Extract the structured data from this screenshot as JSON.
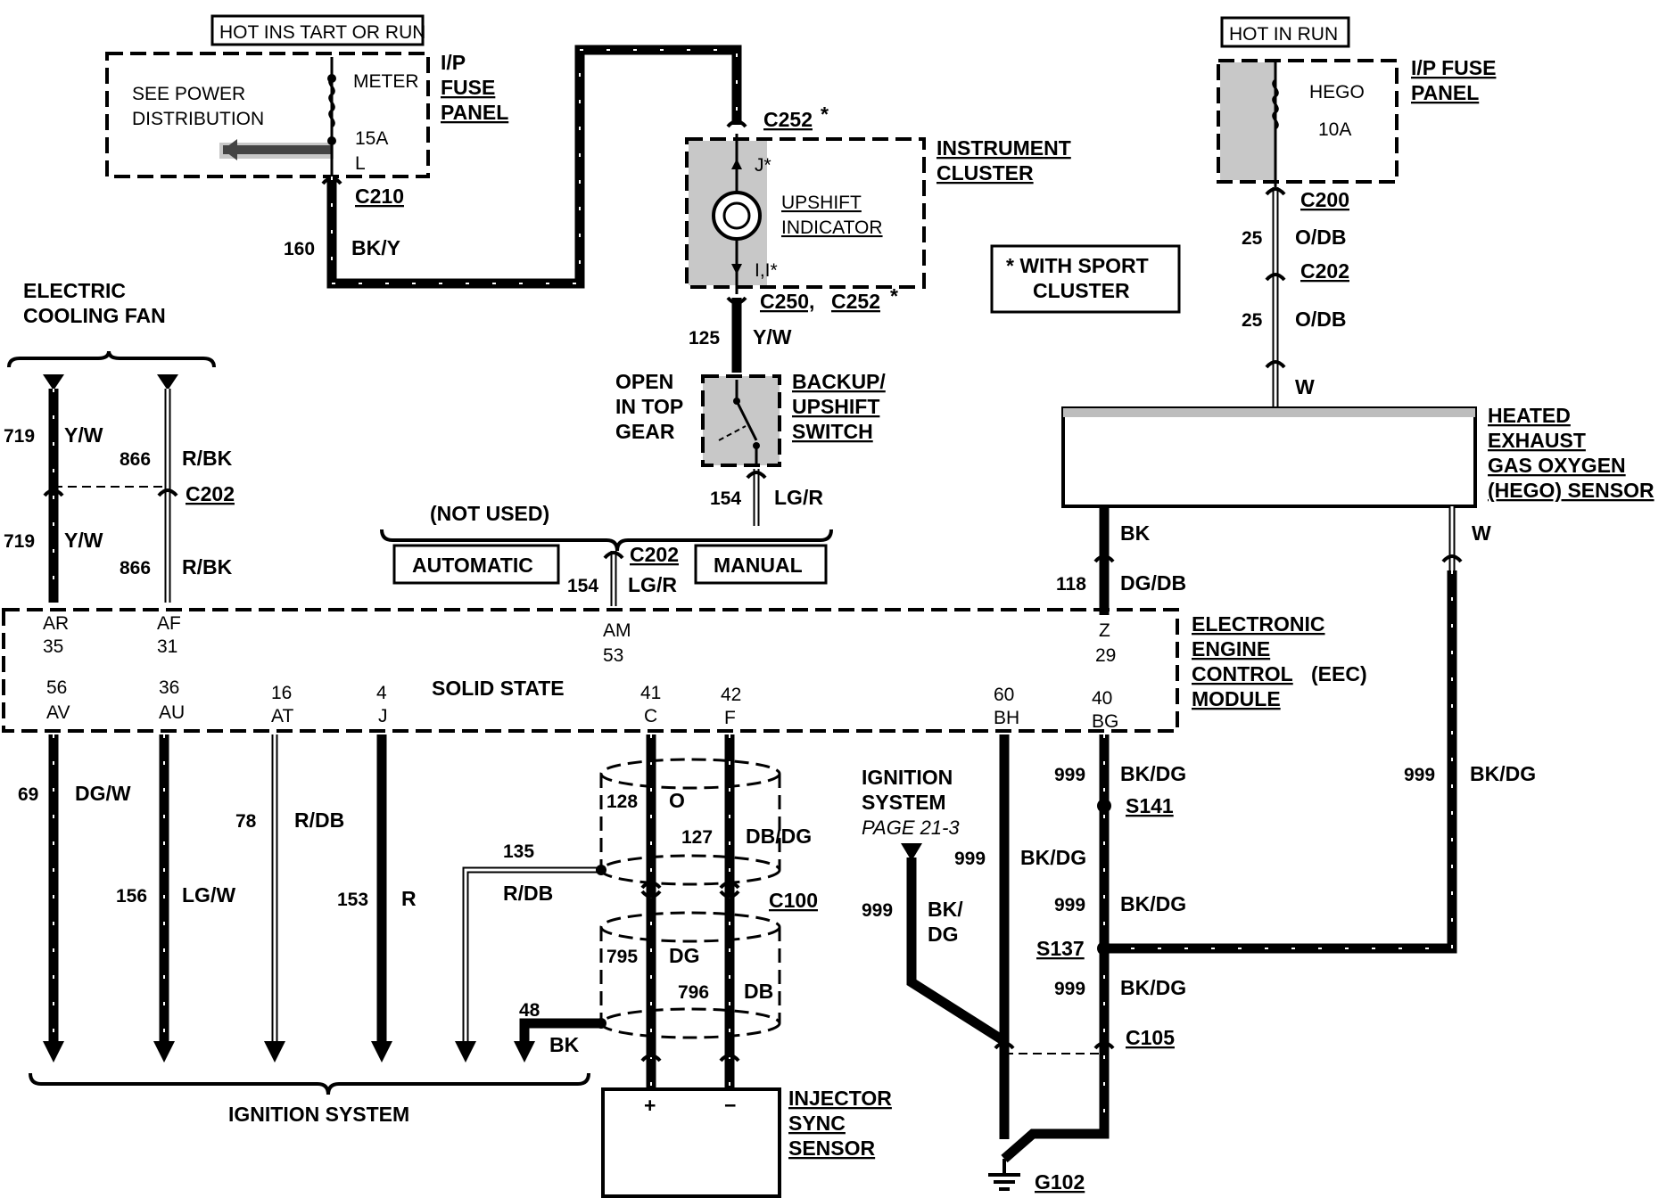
{
  "labels": {
    "hot_start_run": "HOT INS TART OR RUN",
    "hot_in_run": "HOT IN RUN",
    "see_power": "SEE POWER",
    "distribution": "DISTRIBUTION",
    "meter": "METER",
    "fuse_15a": "15A",
    "pin_l": "L",
    "ip_1": "I/P",
    "ip_fuse": "FUSE",
    "ip_panel": "PANEL",
    "c210": "C210",
    "w160_num": "160",
    "w160_col": "BK/Y",
    "c252_top": "C252",
    "star": "*",
    "instrument": "INSTRUMENT",
    "cluster": "CLUSTER",
    "pin_j": "J*",
    "pin_ii": "I,I*",
    "upshift": "UPSHIFT",
    "indicator": "INDICATOR",
    "sport_1": "* WITH SPORT",
    "sport_2": "CLUSTER",
    "c250": "C250,",
    "c252_b": "C252",
    "w125_num": "125",
    "w125_col": "Y/W",
    "open": "OPEN",
    "in_top": "IN TOP",
    "gear": "GEAR",
    "backup": "BACKUP/",
    "upshift2": "UPSHIFT",
    "switch": "SWITCH",
    "w154_num": "154",
    "w154_col": "LG/R",
    "not_used": "(NOT USED)",
    "automatic": "AUTOMATIC",
    "manual": "MANUAL",
    "c202": "C202",
    "electric": "ELECTRIC",
    "cooling_fan": "COOLING FAN",
    "w719": "719",
    "yw": "Y/W",
    "w866": "866",
    "rbk": "R/BK",
    "hego": "HEGO",
    "fuse_10a": "10A",
    "ip_fuse2_1": "I/P FUSE",
    "ip_fuse2_2": "PANEL",
    "c200": "C200",
    "w25": "25",
    "odb": "O/DB",
    "w_col": "W",
    "heated": "HEATED",
    "exhaust": "EXHAUST",
    "gas_oxygen": "GAS OXYGEN",
    "hego_sensor": "(HEGO) SENSOR",
    "bk": "BK",
    "w118": "118",
    "dgdb": "DG/DB",
    "electronic": "ELECTRONIC",
    "engine": "ENGINE",
    "control": "CONTROL",
    "eec": "(EEC)",
    "module": "MODULE",
    "solid_state": "SOLID STATE",
    "w999": "999",
    "bkdg": "BK/DG",
    "s141": "S141",
    "s137": "S137",
    "c105": "C105",
    "g102": "G102",
    "ign_1": "IGNITION",
    "ign_2": "SYSTEM",
    "ign_page": "PAGE 21-3",
    "bk_slash": "BK/",
    "dg": "DG",
    "w69": "69",
    "dgw": "DG/W",
    "w78": "78",
    "rdb": "R/DB",
    "w156": "156",
    "lgw": "LG/W",
    "w153": "153",
    "r": "R",
    "w135": "135",
    "w128": "128",
    "o": "O",
    "w127": "127",
    "dbdg": "DB/DG",
    "c100": "C100",
    "w795": "795",
    "w796": "796",
    "db": "DB",
    "w48": "48",
    "ignition_system": "IGNITION SYSTEM",
    "injector": "INJECTOR",
    "sync": "SYNC",
    "sensor": "SENSOR",
    "plus": "+",
    "minus": "−"
  },
  "pins": {
    "AR": {
      "code": "AR",
      "num": "35"
    },
    "AF": {
      "code": "AF",
      "num": "31"
    },
    "AM": {
      "code": "AM",
      "num": "53"
    },
    "Z": {
      "code": "Z",
      "num": "29"
    },
    "AV": {
      "code": "AV",
      "num": "56"
    },
    "AU": {
      "code": "AU",
      "num": "36"
    },
    "AT": {
      "code": "AT",
      "num": "16"
    },
    "J": {
      "code": "J",
      "num": "4"
    },
    "C": {
      "code": "C",
      "num": "41"
    },
    "F": {
      "code": "F",
      "num": "42"
    },
    "BH": {
      "code": "BH",
      "num": "60"
    },
    "BG": {
      "code": "BG",
      "num": "40"
    }
  }
}
